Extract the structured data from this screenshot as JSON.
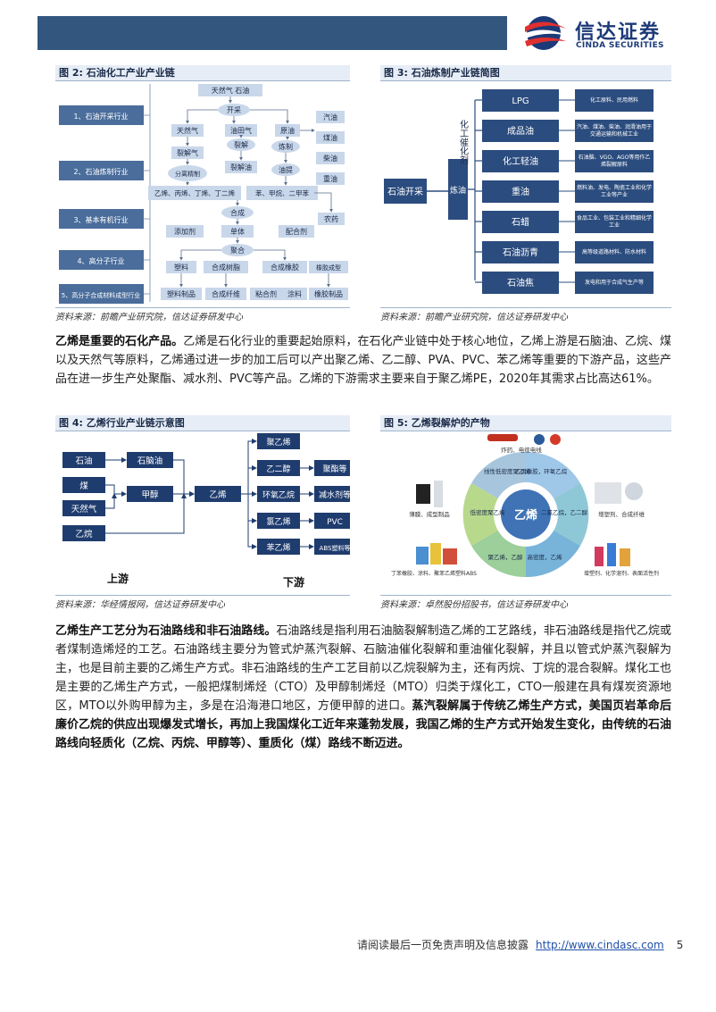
{
  "header": {
    "logo_cn": "信达证券",
    "logo_en": "CINDA SECURITIES"
  },
  "fig2": {
    "title": "图 2:  石油化工产业产业链",
    "source": "资料来源：前瞻产业研究院，信达证券研发中心",
    "industries": [
      "1、石油开采行业",
      "2、石油炼制行业",
      "3、基本有机行业",
      "4、高分子行业",
      "5、高分子合成材料成型行业"
    ],
    "nodes": {
      "top": "天然气 石油",
      "kaicai": "开采",
      "tianranqi": "天然气",
      "youtianqi": "油田气",
      "yuanyou": "原油",
      "qiyou": "汽油",
      "meiyou": "煤油",
      "chaiyou": "柴油",
      "zhongyou": "重油",
      "liejieqi": "裂解气",
      "liejie": "裂解",
      "lianzhi": "炼制",
      "fenli": "分离精制",
      "liejieyou": "裂解油",
      "youti": "油提",
      "olefins": "乙烯、丙烯、丁烯、丁二烯",
      "aromatics": "苯、甲烷、二甲苯",
      "nongyao": "农药",
      "hecheng": "合成",
      "tianjiaji": "添加剂",
      "danti": "单体",
      "peihe": "配合剂",
      "juhe": "聚合",
      "suliao": "塑料",
      "hechengshuzhi": "合成树脂",
      "hechengxiangjiao": "合成橡胶",
      "xiangjiaochengxing": "橡胶成型",
      "suliaozhipin": "塑料制品",
      "hechengxianwei": "合成纤维",
      "nianheji": "粘合剂",
      "tuliao": "涂料",
      "xiangjiaozhipin": "橡胶制品"
    }
  },
  "fig3": {
    "title": "图 3:  石油炼制产业链简图",
    "source": "资料来源：前瞻产业研究院，信达证券研发中心",
    "start": "石油开采",
    "mid": "炼油",
    "branch_label": "化工催化剂",
    "products": [
      {
        "name": "LPG",
        "use": "化工原料、民用燃料"
      },
      {
        "name": "成品油",
        "use": "汽油、煤油、柴油、润滑油用于交通运输和机械工业"
      },
      {
        "name": "化工轻油",
        "use": "石油脑、VGO、AGO等用作乙烯裂解原料"
      },
      {
        "name": "重油",
        "use": "燃料油、发电、陶瓷工业和化学工业等产业"
      },
      {
        "name": "石蜡",
        "use": "食品工业、包装工业和精细化学工业"
      },
      {
        "name": "石油沥青",
        "use": "高等级道路材料、防水材料"
      },
      {
        "name": "石油焦",
        "use": "发电和用于合成气生产等"
      }
    ]
  },
  "para1": {
    "bold": "乙烯是重要的石化产品。",
    "text": "乙烯是石化行业的重要起始原料，在石化产业链中处于核心地位，乙烯上游是石脑油、乙烷、煤以及天然气等原料，乙烯通过进一步的加工后可以产出聚乙烯、乙二醇、PVA、PVC、苯乙烯等重要的下游产品，这些产品在进一步生产处聚酯、减水剂、PVC等产品。乙烯的下游需求主要来自于聚乙烯PE，2020年其需求占比高达61%。"
  },
  "fig4": {
    "title": "图 4:  乙烯行业产业链示意图",
    "source": "资料来源：华经情报网，信达证券研发中心",
    "upstream_label": "上游",
    "downstream_label": "下游",
    "raw": [
      "石油",
      "煤",
      "天然气",
      "乙烷"
    ],
    "naphtha": "石脑油",
    "methanol": "甲醇",
    "ethylene": "乙烯",
    "products": [
      "聚乙烯",
      "乙二醇",
      "环氧乙烷",
      "氯乙烯",
      "苯乙烯"
    ],
    "derivatives": [
      "聚酯等",
      "减水剂等",
      "PVC",
      "ABS塑料等"
    ]
  },
  "fig5": {
    "title": "图 5:  乙烯裂解炉的产物",
    "source": "资料来源：卓然股份招股书，信达证券研发中心",
    "center": "乙烯",
    "ring": [
      "乙丙橡胶，环氧乙烷",
      "二氯乙烷，乙二醇",
      "高密度，乙烯",
      "聚乙烯，乙醇",
      "低密度聚乙烯",
      "线性低密度聚乙烯"
    ],
    "captions": [
      "炸药、电缆电线",
      "薄膜、成型制品",
      "增塑剂、合成纤维",
      "丁苯橡胶、涂料、聚苯乙烯塑料ABS",
      "增塑剂、化学溶剂、表面活性剂"
    ]
  },
  "para2": {
    "bold1": "乙烯生产工艺分为石油路线和非石油路线。",
    "text": "石油路线是指利用石油脑裂解制造乙烯的工艺路线，非石油路线是指代乙烷或者煤制造烯烃的工艺。石油路线主要分为管式炉蒸汽裂解、石脑油催化裂解和重油催化裂解，并且以管式炉蒸汽裂解为主，也是目前主要的乙烯生产方式。非石油路线的生产工艺目前以乙烷裂解为主，还有丙烷、丁烷的混合裂解。煤化工也是主要的乙烯生产方式，一般把煤制烯烃（CTO）及甲醇制烯烃（MTO）归类于煤化工，CTO一般建在具有煤炭资源地区，MTO以外购甲醇为主，多是在沿海港口地区，方便甲醇的进口。",
    "bold2": "蒸汽裂解属于传统乙烯生产方式，美国页岩革命后廉价乙烷的供应出现爆发式增长，再加上我国煤化工近年来蓬勃发展，我国乙烯的生产方式开始发生变化，由传统的石油路线向轻质化（乙烷、丙烷、甲醇等）、重质化（煤）路线不断迈进。"
  },
  "footer": {
    "text": "请阅读最后一页免责声明及信息披露",
    "link": "http://www.cindasc.com",
    "page": "5"
  }
}
